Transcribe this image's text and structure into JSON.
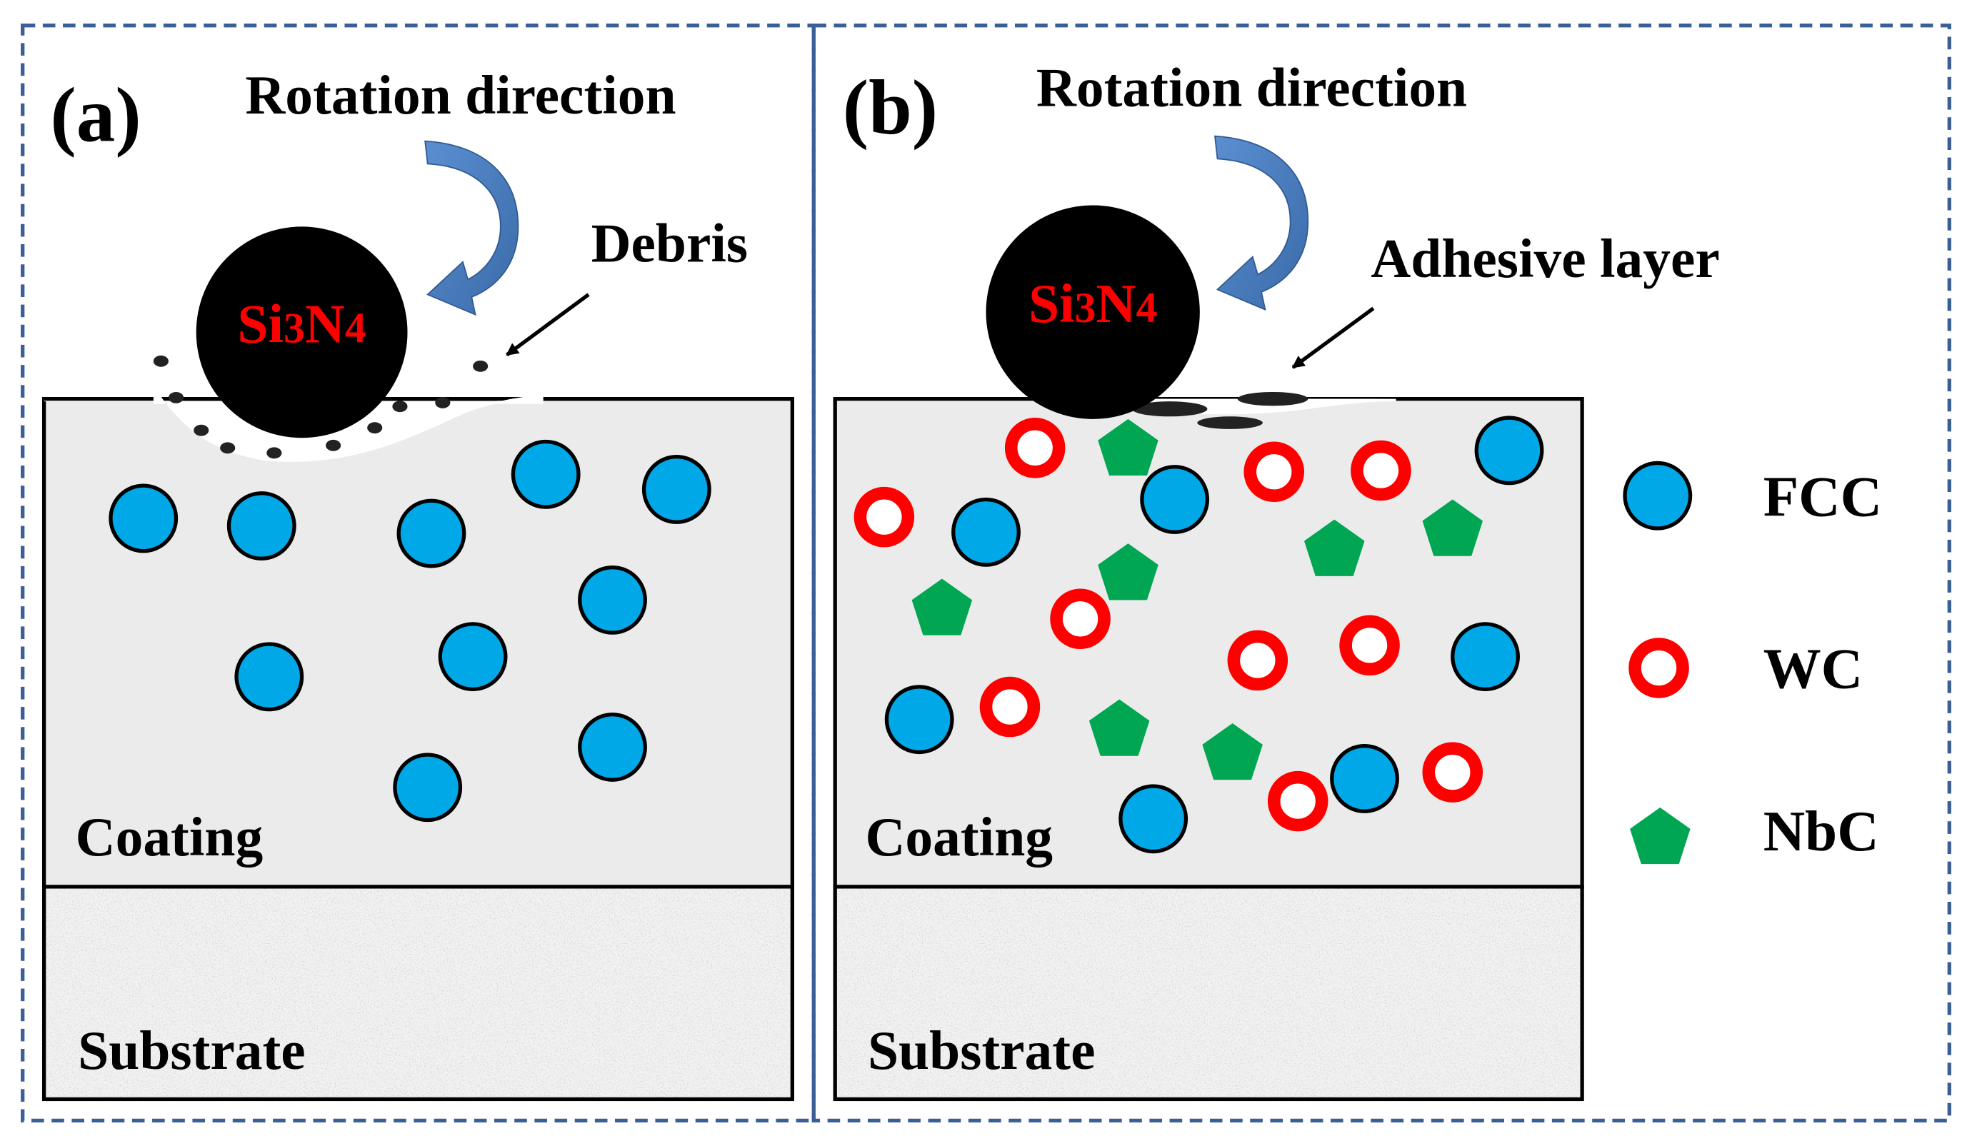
{
  "panel_a": {
    "label": "(a)",
    "rotation": "Rotation direction",
    "ball": "Si3N4",
    "debris": "Debris",
    "coating": "Coating",
    "substrate": "Substrate"
  },
  "panel_b": {
    "label": "(b)",
    "rotation": "Rotation direction",
    "ball": "Si3N4",
    "adhesive": "Adhesive layer",
    "coating": "Coating",
    "substrate": "Substrate"
  },
  "legend": {
    "fcc": "FCC",
    "wc": "WC",
    "nbc": "NbC"
  },
  "colors": {
    "fcc_fill": "#00a8e8",
    "wc_ring": "#ff0000",
    "nbc_fill": "#00a651",
    "arrow": "#4a7ebb",
    "frame": "#3a5f96",
    "coating_bg": "#ebebeb",
    "ball": "#000000",
    "ball_text": "#ff0000"
  },
  "icons": {
    "rotation_arrow": "curved-arrow-icon",
    "pointer": "pointer-arrow-icon"
  }
}
